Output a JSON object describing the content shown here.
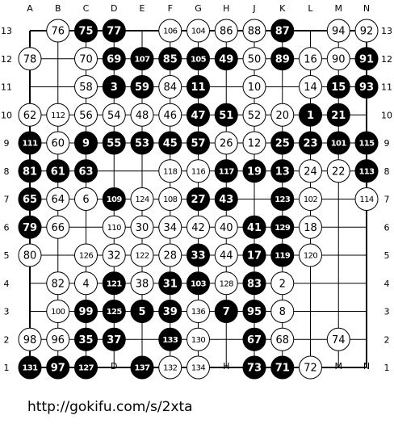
{
  "board": {
    "size": 13,
    "columns": [
      "A",
      "B",
      "C",
      "D",
      "E",
      "F",
      "G",
      "H",
      "J",
      "K",
      "L",
      "M",
      "N"
    ],
    "rows": [
      "13",
      "12",
      "11",
      "10",
      "9",
      "8",
      "7",
      "6",
      "5",
      "4",
      "3",
      "2",
      "1"
    ],
    "line_color": "#000000",
    "background_color": "#ffffff",
    "black_stone_color": "#000000",
    "white_stone_color": "#ffffff",
    "stones": [
      {
        "col": "A",
        "row": 13,
        "color": "none",
        "label": ""
      },
      {
        "col": "B",
        "row": 13,
        "color": "white",
        "label": "76"
      },
      {
        "col": "C",
        "row": 13,
        "color": "black",
        "label": "75"
      },
      {
        "col": "D",
        "row": 13,
        "color": "black",
        "label": "77"
      },
      {
        "col": "F",
        "row": 13,
        "color": "white",
        "label": "106"
      },
      {
        "col": "G",
        "row": 13,
        "color": "white",
        "label": "104"
      },
      {
        "col": "H",
        "row": 13,
        "color": "white",
        "label": "86"
      },
      {
        "col": "J",
        "row": 13,
        "color": "white",
        "label": "88"
      },
      {
        "col": "K",
        "row": 13,
        "color": "black",
        "label": "87"
      },
      {
        "col": "M",
        "row": 13,
        "color": "white",
        "label": "94"
      },
      {
        "col": "N",
        "row": 13,
        "color": "white",
        "label": "92"
      },
      {
        "col": "A",
        "row": 12,
        "color": "white",
        "label": "78"
      },
      {
        "col": "C",
        "row": 12,
        "color": "white",
        "label": "70"
      },
      {
        "col": "D",
        "row": 12,
        "color": "black",
        "label": "69"
      },
      {
        "col": "E",
        "row": 12,
        "color": "black",
        "label": "107"
      },
      {
        "col": "F",
        "row": 12,
        "color": "black",
        "label": "85"
      },
      {
        "col": "G",
        "row": 12,
        "color": "black",
        "label": "105"
      },
      {
        "col": "H",
        "row": 12,
        "color": "black",
        "label": "49"
      },
      {
        "col": "J",
        "row": 12,
        "color": "white",
        "label": "50"
      },
      {
        "col": "K",
        "row": 12,
        "color": "black",
        "label": "89"
      },
      {
        "col": "L",
        "row": 12,
        "color": "white",
        "label": "16"
      },
      {
        "col": "M",
        "row": 12,
        "color": "white",
        "label": "90"
      },
      {
        "col": "N",
        "row": 12,
        "color": "black",
        "label": "91"
      },
      {
        "col": "C",
        "row": 11,
        "color": "white",
        "label": "58"
      },
      {
        "col": "D",
        "row": 11,
        "color": "black",
        "label": "3"
      },
      {
        "col": "E",
        "row": 11,
        "color": "black",
        "label": "59"
      },
      {
        "col": "F",
        "row": 11,
        "color": "white",
        "label": "84"
      },
      {
        "col": "G",
        "row": 11,
        "color": "black",
        "label": "11"
      },
      {
        "col": "J",
        "row": 11,
        "color": "white",
        "label": "10"
      },
      {
        "col": "L",
        "row": 11,
        "color": "white",
        "label": "14"
      },
      {
        "col": "M",
        "row": 11,
        "color": "black",
        "label": "15"
      },
      {
        "col": "N",
        "row": 11,
        "color": "black",
        "label": "93"
      },
      {
        "col": "A",
        "row": 10,
        "color": "white",
        "label": "62"
      },
      {
        "col": "B",
        "row": 10,
        "color": "white",
        "label": "112"
      },
      {
        "col": "C",
        "row": 10,
        "color": "white",
        "label": "56"
      },
      {
        "col": "D",
        "row": 10,
        "color": "white",
        "label": "54"
      },
      {
        "col": "E",
        "row": 10,
        "color": "white",
        "label": "48"
      },
      {
        "col": "F",
        "row": 10,
        "color": "white",
        "label": "46"
      },
      {
        "col": "G",
        "row": 10,
        "color": "black",
        "label": "47"
      },
      {
        "col": "H",
        "row": 10,
        "color": "black",
        "label": "51"
      },
      {
        "col": "J",
        "row": 10,
        "color": "white",
        "label": "52"
      },
      {
        "col": "K",
        "row": 10,
        "color": "white",
        "label": "20"
      },
      {
        "col": "L",
        "row": 10,
        "color": "black",
        "label": "1"
      },
      {
        "col": "M",
        "row": 10,
        "color": "black",
        "label": "21"
      },
      {
        "col": "A",
        "row": 9,
        "color": "black",
        "label": "111"
      },
      {
        "col": "B",
        "row": 9,
        "color": "white",
        "label": "60"
      },
      {
        "col": "C",
        "row": 9,
        "color": "black",
        "label": "9"
      },
      {
        "col": "D",
        "row": 9,
        "color": "black",
        "label": "55"
      },
      {
        "col": "E",
        "row": 9,
        "color": "black",
        "label": "53"
      },
      {
        "col": "F",
        "row": 9,
        "color": "black",
        "label": "45"
      },
      {
        "col": "G",
        "row": 9,
        "color": "black",
        "label": "57"
      },
      {
        "col": "H",
        "row": 9,
        "color": "white",
        "label": "26"
      },
      {
        "col": "J",
        "row": 9,
        "color": "white",
        "label": "12"
      },
      {
        "col": "K",
        "row": 9,
        "color": "black",
        "label": "25"
      },
      {
        "col": "L",
        "row": 9,
        "color": "black",
        "label": "23"
      },
      {
        "col": "M",
        "row": 9,
        "color": "black",
        "label": "101"
      },
      {
        "col": "N",
        "row": 9,
        "color": "black",
        "label": "115"
      },
      {
        "col": "A",
        "row": 8,
        "color": "black",
        "label": "81"
      },
      {
        "col": "B",
        "row": 8,
        "color": "black",
        "label": "61"
      },
      {
        "col": "C",
        "row": 8,
        "color": "black",
        "label": "63"
      },
      {
        "col": "F",
        "row": 8,
        "color": "white",
        "label": "118"
      },
      {
        "col": "G",
        "row": 8,
        "color": "white",
        "label": "116"
      },
      {
        "col": "H",
        "row": 8,
        "color": "black",
        "label": "117"
      },
      {
        "col": "J",
        "row": 8,
        "color": "black",
        "label": "19"
      },
      {
        "col": "K",
        "row": 8,
        "color": "black",
        "label": "13"
      },
      {
        "col": "L",
        "row": 8,
        "color": "white",
        "label": "24"
      },
      {
        "col": "M",
        "row": 8,
        "color": "white",
        "label": "22"
      },
      {
        "col": "N",
        "row": 8,
        "color": "black",
        "label": "113"
      },
      {
        "col": "A",
        "row": 7,
        "color": "black",
        "label": "65"
      },
      {
        "col": "B",
        "row": 7,
        "color": "white",
        "label": "64"
      },
      {
        "col": "C",
        "row": 7,
        "color": "white",
        "label": "6"
      },
      {
        "col": "D",
        "row": 7,
        "color": "black",
        "label": "109"
      },
      {
        "col": "E",
        "row": 7,
        "color": "white",
        "label": "124"
      },
      {
        "col": "F",
        "row": 7,
        "color": "white",
        "label": "108"
      },
      {
        "col": "G",
        "row": 7,
        "color": "black",
        "label": "27"
      },
      {
        "col": "H",
        "row": 7,
        "color": "black",
        "label": "43"
      },
      {
        "col": "K",
        "row": 7,
        "color": "black",
        "label": "123"
      },
      {
        "col": "L",
        "row": 7,
        "color": "white",
        "label": "102"
      },
      {
        "col": "N",
        "row": 7,
        "color": "white",
        "label": "114"
      },
      {
        "col": "A",
        "row": 6,
        "color": "black",
        "label": "79"
      },
      {
        "col": "B",
        "row": 6,
        "color": "white",
        "label": "66"
      },
      {
        "col": "D",
        "row": 6,
        "color": "white",
        "label": "110"
      },
      {
        "col": "E",
        "row": 6,
        "color": "white",
        "label": "30"
      },
      {
        "col": "F",
        "row": 6,
        "color": "white",
        "label": "34"
      },
      {
        "col": "G",
        "row": 6,
        "color": "white",
        "label": "42"
      },
      {
        "col": "H",
        "row": 6,
        "color": "white",
        "label": "40"
      },
      {
        "col": "J",
        "row": 6,
        "color": "black",
        "label": "41"
      },
      {
        "col": "K",
        "row": 6,
        "color": "black",
        "label": "129"
      },
      {
        "col": "L",
        "row": 6,
        "color": "white",
        "label": "18"
      },
      {
        "col": "A",
        "row": 5,
        "color": "white",
        "label": "80"
      },
      {
        "col": "C",
        "row": 5,
        "color": "white",
        "label": "126"
      },
      {
        "col": "D",
        "row": 5,
        "color": "white",
        "label": "32"
      },
      {
        "col": "E",
        "row": 5,
        "color": "white",
        "label": "122"
      },
      {
        "col": "F",
        "row": 5,
        "color": "white",
        "label": "28"
      },
      {
        "col": "G",
        "row": 5,
        "color": "black",
        "label": "33"
      },
      {
        "col": "H",
        "row": 5,
        "color": "white",
        "label": "44"
      },
      {
        "col": "J",
        "row": 5,
        "color": "black",
        "label": "17"
      },
      {
        "col": "K",
        "row": 5,
        "color": "black",
        "label": "119"
      },
      {
        "col": "L",
        "row": 5,
        "color": "white",
        "label": "120"
      },
      {
        "col": "B",
        "row": 4,
        "color": "white",
        "label": "82"
      },
      {
        "col": "C",
        "row": 4,
        "color": "white",
        "label": "4"
      },
      {
        "col": "D",
        "row": 4,
        "color": "black",
        "label": "121"
      },
      {
        "col": "E",
        "row": 4,
        "color": "white",
        "label": "38"
      },
      {
        "col": "F",
        "row": 4,
        "color": "black",
        "label": "31"
      },
      {
        "col": "G",
        "row": 4,
        "color": "black",
        "label": "103"
      },
      {
        "col": "H",
        "row": 4,
        "color": "white",
        "label": "128"
      },
      {
        "col": "J",
        "row": 4,
        "color": "black",
        "label": "83"
      },
      {
        "col": "K",
        "row": 4,
        "color": "white",
        "label": "2"
      },
      {
        "col": "B",
        "row": 3,
        "color": "white",
        "label": "100"
      },
      {
        "col": "C",
        "row": 3,
        "color": "black",
        "label": "99"
      },
      {
        "col": "D",
        "row": 3,
        "color": "black",
        "label": "125"
      },
      {
        "col": "E",
        "row": 3,
        "color": "black",
        "label": "5"
      },
      {
        "col": "F",
        "row": 3,
        "color": "black",
        "label": "39"
      },
      {
        "col": "G",
        "row": 3,
        "color": "white",
        "label": "136"
      },
      {
        "col": "H",
        "row": 3,
        "color": "black",
        "label": "7"
      },
      {
        "col": "J",
        "row": 3,
        "color": "black",
        "label": "95"
      },
      {
        "col": "K",
        "row": 3,
        "color": "white",
        "label": "8"
      },
      {
        "col": "A",
        "row": 2,
        "color": "white",
        "label": "98"
      },
      {
        "col": "B",
        "row": 2,
        "color": "white",
        "label": "96"
      },
      {
        "col": "C",
        "row": 2,
        "color": "black",
        "label": "35"
      },
      {
        "col": "D",
        "row": 2,
        "color": "black",
        "label": "37"
      },
      {
        "col": "F",
        "row": 2,
        "color": "black",
        "label": "133"
      },
      {
        "col": "G",
        "row": 2,
        "color": "white",
        "label": "130"
      },
      {
        "col": "J",
        "row": 2,
        "color": "black",
        "label": "67"
      },
      {
        "col": "K",
        "row": 2,
        "color": "white",
        "label": "68"
      },
      {
        "col": "M",
        "row": 2,
        "color": "white",
        "label": "74"
      },
      {
        "col": "A",
        "row": 1,
        "color": "black",
        "label": "131"
      },
      {
        "col": "B",
        "row": 1,
        "color": "black",
        "label": "97"
      },
      {
        "col": "C",
        "row": 1,
        "color": "black",
        "label": "127"
      },
      {
        "col": "E",
        "row": 1,
        "color": "black",
        "label": "137"
      },
      {
        "col": "F",
        "row": 1,
        "color": "white",
        "label": "132"
      },
      {
        "col": "G",
        "row": 1,
        "color": "white",
        "label": "134"
      },
      {
        "col": "J",
        "row": 1,
        "color": "black",
        "label": "73"
      },
      {
        "col": "K",
        "row": 1,
        "color": "black",
        "label": "71"
      },
      {
        "col": "L",
        "row": 1,
        "color": "white",
        "label": "72"
      }
    ]
  },
  "footer": {
    "url": "http://gokifu.com/s/2xta"
  }
}
